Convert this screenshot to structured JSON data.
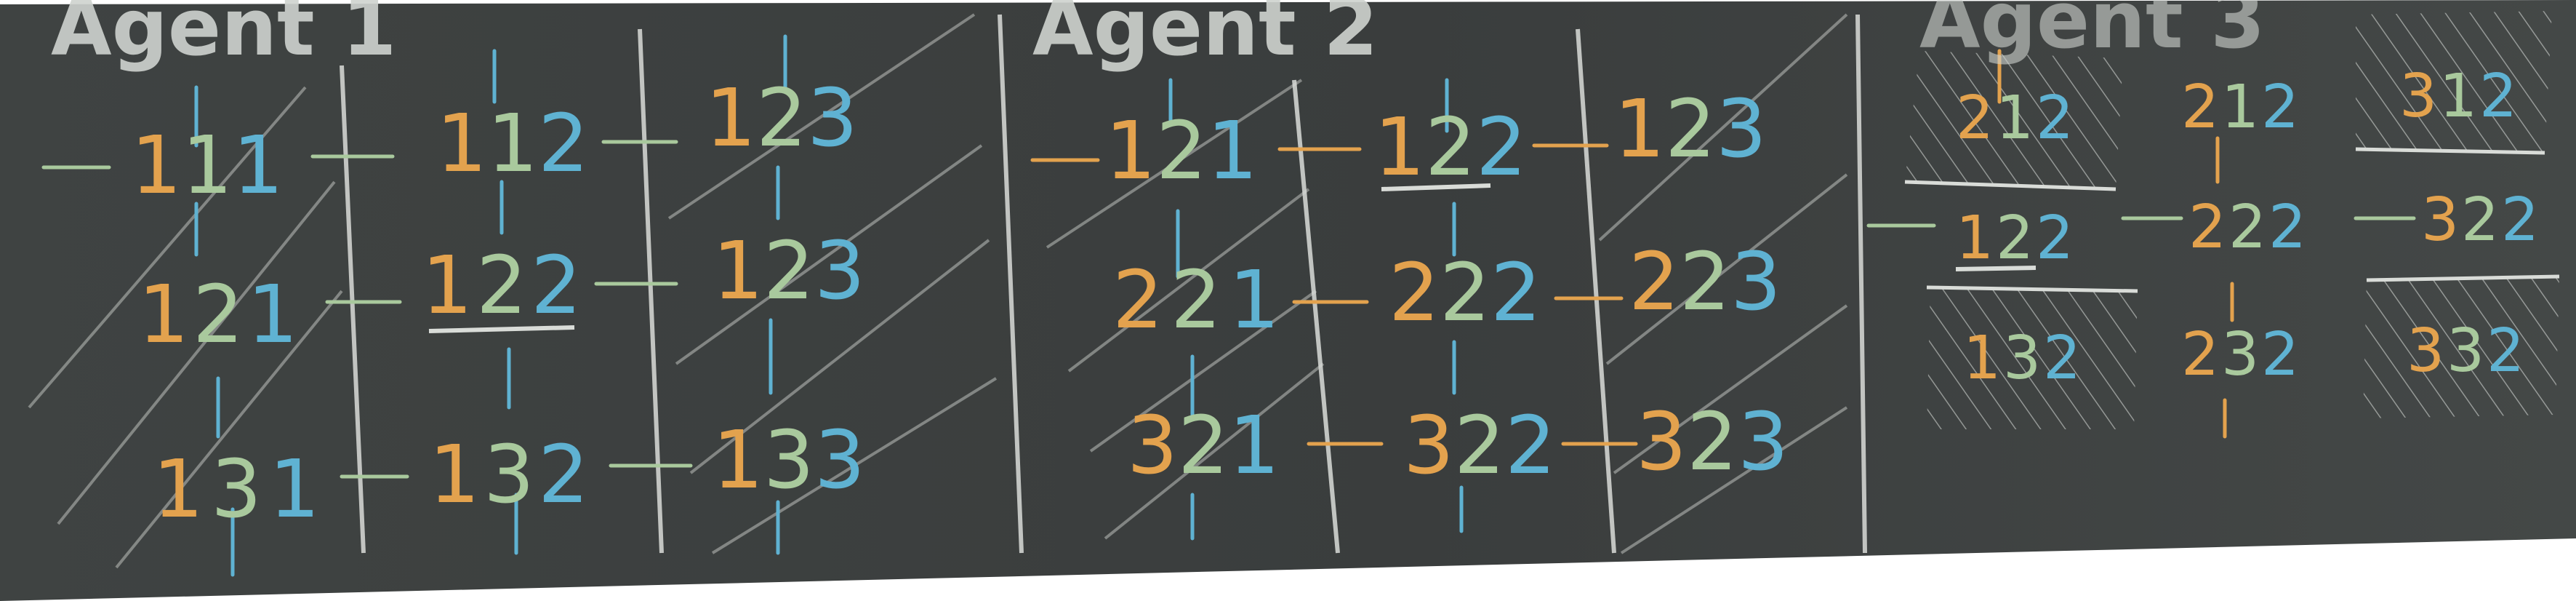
{
  "headings": [
    "Agent 1",
    "Agent 2",
    "Agent 3"
  ],
  "cells": [
    [
      "1",
      "1",
      "1"
    ],
    [
      "1",
      "1",
      "2"
    ],
    [
      "1",
      "2",
      "3"
    ],
    [
      "1",
      "2",
      "1"
    ],
    [
      "1",
      "2",
      "2"
    ],
    [
      "1",
      "2",
      "3"
    ],
    [
      "1",
      "3",
      "1"
    ],
    [
      "1",
      "3",
      "2"
    ],
    [
      "1",
      "3",
      "3"
    ],
    [
      "1",
      "2",
      "1"
    ],
    [
      "1",
      "2",
      "2"
    ],
    [
      "1",
      "2",
      "3"
    ],
    [
      "2",
      "2",
      "1"
    ],
    [
      "2",
      "2",
      "2"
    ],
    [
      "2",
      "2",
      "3"
    ],
    [
      "3",
      "2",
      "1"
    ],
    [
      "3",
      "2",
      "2"
    ],
    [
      "3",
      "2",
      "3"
    ],
    [
      "2",
      "1",
      "2"
    ],
    [
      "2",
      "1",
      "2"
    ],
    [
      "3",
      "1",
      "2"
    ],
    [
      "1",
      "2",
      "2"
    ],
    [
      "2",
      "2",
      "2"
    ],
    [
      "3",
      "2",
      "2"
    ],
    [
      "1",
      "3",
      "2"
    ],
    [
      "2",
      "3",
      "2"
    ],
    [
      "3",
      "3",
      "2"
    ]
  ],
  "colors": {
    "board": "#3b3e3e",
    "orange": "#e3a24e",
    "green": "#a9c99d",
    "blue": "#5fb2d2",
    "white": "#d9dcd8"
  }
}
